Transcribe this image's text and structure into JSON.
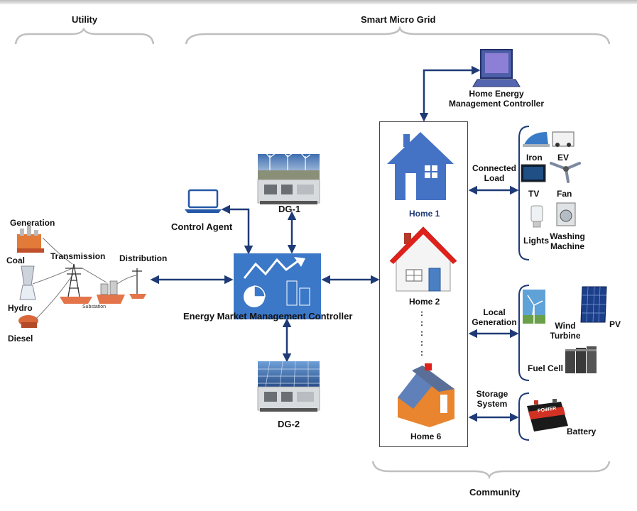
{
  "sections": {
    "utility": "Utility",
    "smart_micro_grid": "Smart Micro Grid",
    "community": "Community"
  },
  "utility_side": {
    "generation": "Generation",
    "coal": "Coal",
    "hydro": "Hydro",
    "diesel": "Diesel",
    "transmission": "Transmission",
    "distribution": "Distribution",
    "substation": "Substation"
  },
  "center": {
    "control_agent": "Control Agent",
    "dg1": "DG-1",
    "dg2": "DG-2",
    "emmc": "Energy Market Management Controller"
  },
  "homes": {
    "hemc_line1": "Home Energy",
    "hemc_line2": "Management Controller",
    "home1": "Home 1",
    "home2": "Home 2",
    "home6": "Home 6"
  },
  "connected_load": {
    "title_line1": "Connected",
    "title_line2": "Load",
    "iron": "Iron",
    "ev": "EV",
    "tv": "TV",
    "fan": "Fan",
    "lights": "Lights",
    "washing_line1": "Washing",
    "washing_line2": "Machine"
  },
  "local_generation": {
    "title_line1": "Local",
    "title_line2": "Generation",
    "wind_line1": "Wind",
    "wind_line2": "Turbine",
    "pv": "PV",
    "fuel_cell": "Fuel Cell"
  },
  "storage": {
    "title_line1": "Storage",
    "title_line2": "System",
    "battery": "Battery",
    "battery_brand": "POWER"
  },
  "colors": {
    "arrow": "#1f3b77",
    "controller_blue": "#3c78c8",
    "home1_blue": "#4472c4",
    "roof_red": "#e0201b",
    "house_orange": "#e8852e"
  }
}
